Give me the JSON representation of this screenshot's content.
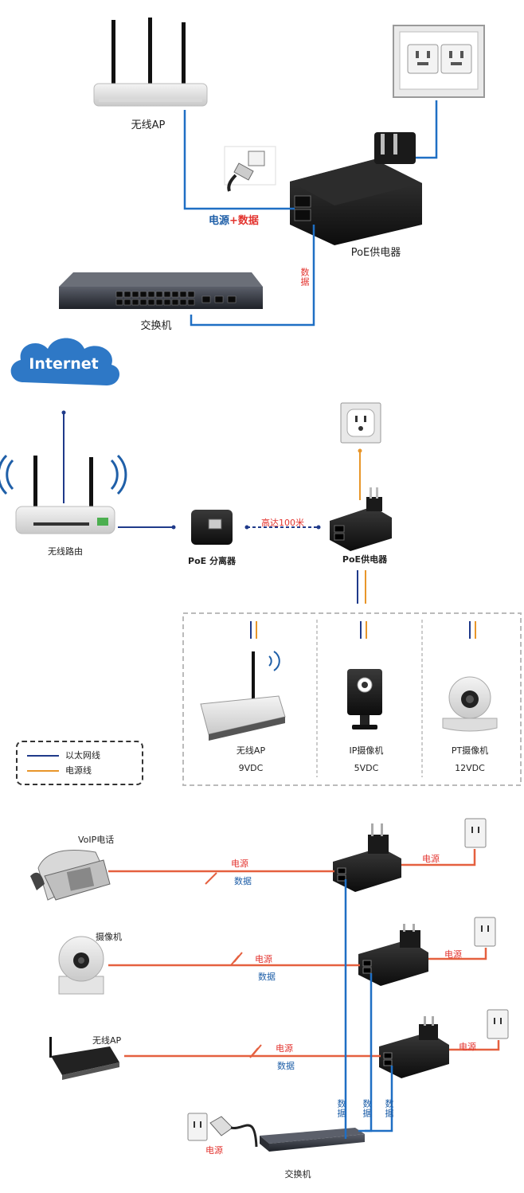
{
  "colors": {
    "eth": "#1f3a8a",
    "power": "#e8962a",
    "blue_line": "#1f6fc4",
    "red_line": "#e5603f",
    "red_text": "#e3342f"
  },
  "d1": {
    "ap_label": "无线AP",
    "injector_label": "PoE供电器",
    "switch_label": "交换机",
    "line_label_power": "电源",
    "line_label_plus": "+",
    "line_label_data": "数据",
    "vertical_data": "数据"
  },
  "d2": {
    "internet": "Internet",
    "router_label": "无线路由",
    "splitter_label": "PoE 分离器",
    "distance_label": "高达100米",
    "injector_label": "PoE供电器",
    "devices": [
      {
        "name": "无线AP",
        "voltage": "9VDC"
      },
      {
        "name": "IP摄像机",
        "voltage": "5VDC"
      },
      {
        "name": "PT摄像机",
        "voltage": "12VDC"
      }
    ],
    "legend": [
      {
        "label": "以太网线",
        "icon": "ethernet-line"
      },
      {
        "label": "电源线",
        "icon": "power-line"
      }
    ]
  },
  "d3": {
    "rows": [
      {
        "device": "VoIP电话",
        "power": "电源",
        "data": "数据"
      },
      {
        "device": "摄像机",
        "power": "电源",
        "data": "数据"
      },
      {
        "device": "无线AP",
        "power": "电源",
        "data": "数据"
      }
    ],
    "wall_power": "电源",
    "vertical_data": "数据",
    "switch_power": "电源",
    "switch_label": "交换机"
  }
}
